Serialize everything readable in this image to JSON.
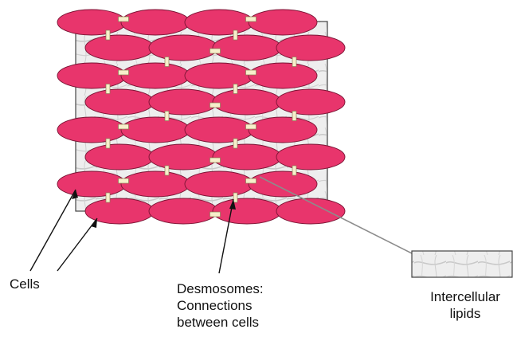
{
  "labels": {
    "cells": "Cells",
    "desmosomes": [
      "Desmosomes:",
      "Connections",
      "between cells"
    ],
    "lipids": [
      "Intercellular",
      "lipids"
    ]
  },
  "colors": {
    "cell_fill": "#e8356c",
    "cell_stroke": "#7a1434",
    "desmosome_fill": "#f7efcb",
    "desmosome_stroke": "#8b7f55",
    "lipid_bg": "#e6e6e6",
    "lipid_stroke": "#555555",
    "arrow": "#111111",
    "pointer_line": "#8c8c8c"
  }
}
